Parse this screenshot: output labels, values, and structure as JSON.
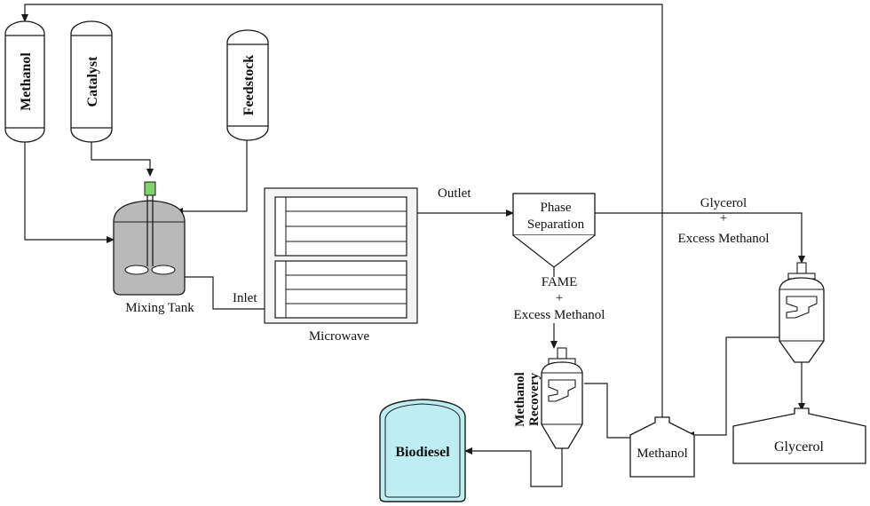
{
  "tanks": {
    "methanol": "Methanol",
    "catalyst": "Catalyst",
    "feedstock": "Feedstock"
  },
  "mixing_tank": "Mixing Tank",
  "inlet": "Inlet",
  "microwave": "Microwave",
  "outlet": "Outlet",
  "phase_separation": {
    "line1": "Phase",
    "line2": "Separation"
  },
  "fame_stream": {
    "line1": "FAME",
    "plus": "+",
    "line2": "Excess Methanol"
  },
  "glycerol_stream": {
    "line1": "Glycerol",
    "plus": "+",
    "line2": "Excess Methanol"
  },
  "methanol_recovery": {
    "line1": "Methanol",
    "line2": "Recovery"
  },
  "biodiesel": "Biodiesel",
  "methanol_tank": "Methanol",
  "glycerol_tank": "Glycerol",
  "colors": {
    "stroke": "#1a1a1a",
    "mixer_fill": "#b9b9b9",
    "biodiesel_fill": "#bfeef2",
    "catalyst_valve": "#7fd36a",
    "panel_fill": "#f4f4f4"
  }
}
